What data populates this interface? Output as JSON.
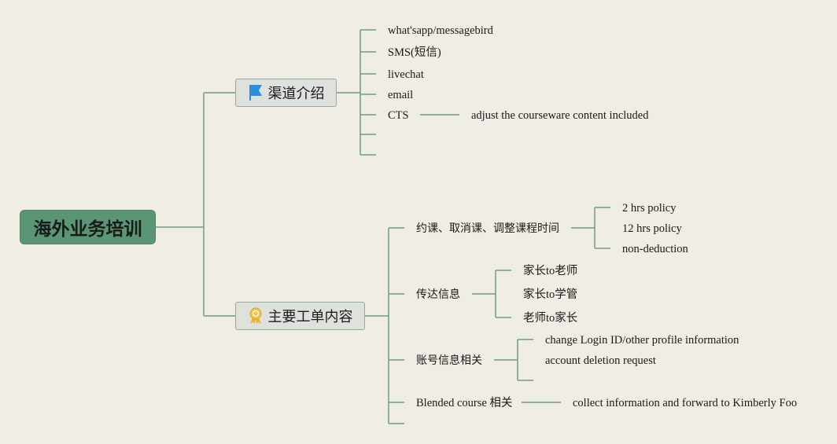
{
  "root": {
    "label": "海外业务培训"
  },
  "branches": {
    "channels": {
      "label": "渠道介绍",
      "icon": "blue-flag-icon",
      "items": [
        "what'sapp/messagebird",
        "SMS(短信)",
        "livechat",
        "email",
        "CTS"
      ],
      "cts_note": "adjust the courseware content included"
    },
    "tickets": {
      "label": "主要工单内容",
      "icon": "award-badge-icon",
      "booking": {
        "label": "约课、取消课、调整课程时间",
        "items": [
          "2 hrs policy",
          "12 hrs policy",
          "non-deduction"
        ]
      },
      "messaging": {
        "label": "传达信息",
        "items": [
          "家长to老师",
          "家长to学管",
          "老师to家长"
        ]
      },
      "account": {
        "label": "账号信息相关",
        "items": [
          "change Login ID/other profile information",
          "account deletion request"
        ]
      },
      "blended": {
        "label": "Blended course 相关",
        "note": "collect information and forward to Kimberly Foo"
      }
    }
  },
  "colors": {
    "line": "#6f9c8a",
    "root_bg": "#5a9574",
    "box_bg": "#dfe1dd",
    "flag": "#2a8fe0",
    "badge": "#e8b92e"
  }
}
